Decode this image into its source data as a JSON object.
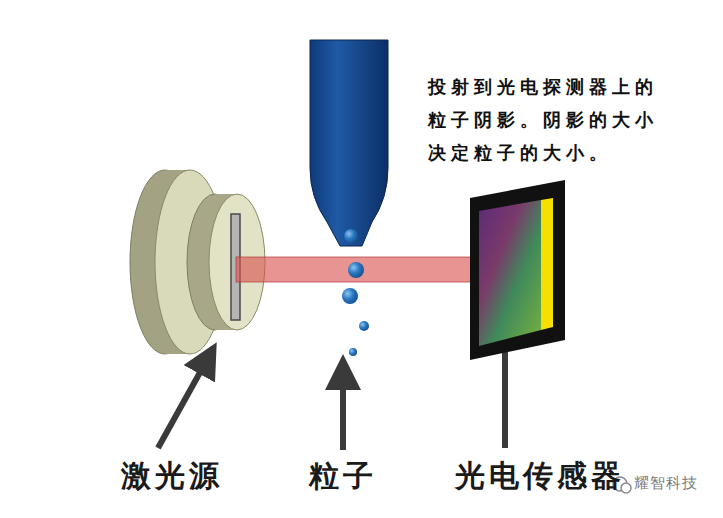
{
  "diagram": {
    "labels": [
      "投射到光电探测器上的粒子阴影。阴影的大小决定粒子的大小。",
      "激光源",
      "粒子",
      "光电传感器",
      "耀智科技"
    ]
  }
}
